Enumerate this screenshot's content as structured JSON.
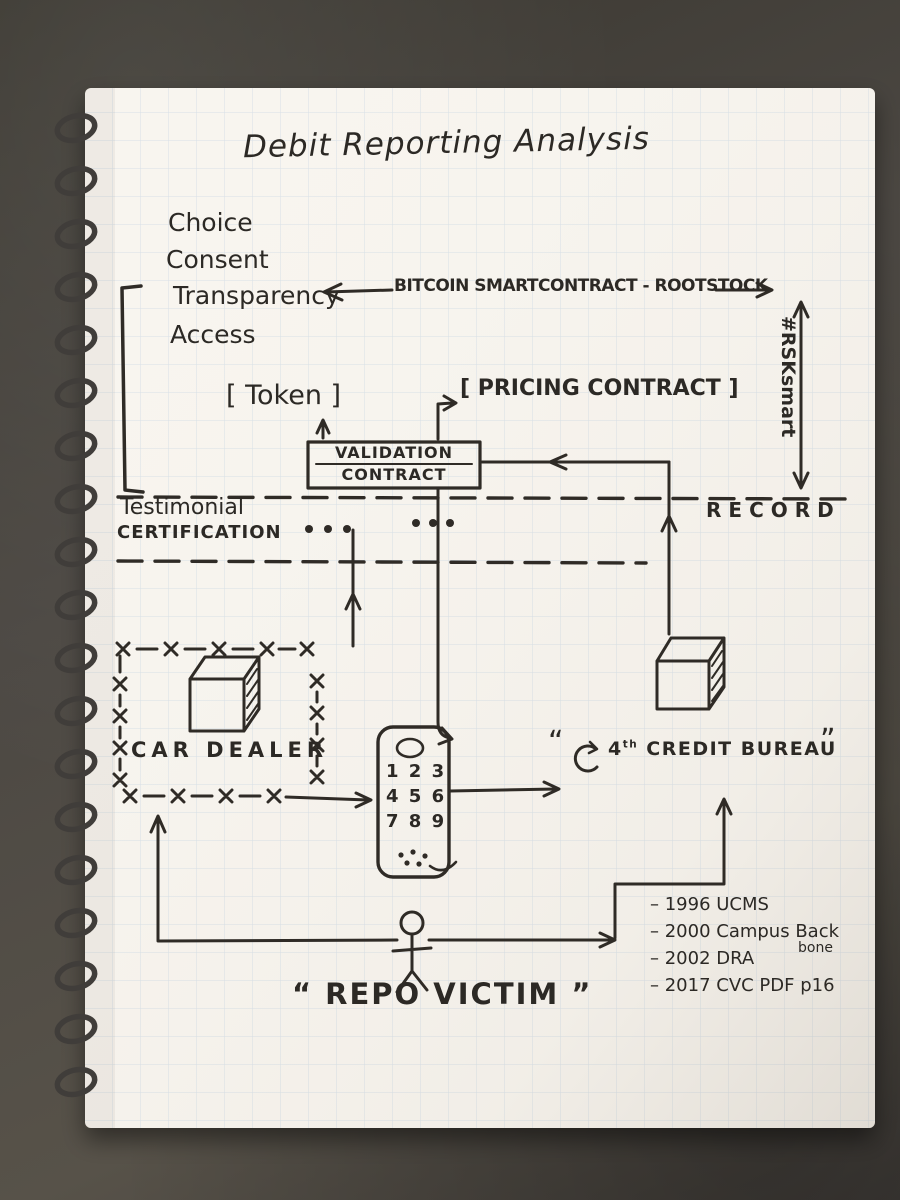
{
  "notebook": {
    "title": "Debit Reporting Analysis",
    "principles": {
      "items": [
        "Choice",
        "Consent",
        "Transparency",
        "Access"
      ]
    },
    "bitcoin_label": "BITCOIN SMARTCONTRACT - ROOTSTOCK",
    "rsk_tag": "#RSKsmart",
    "token_label": "[ Token ]",
    "pricing_label": "[ PRICING CONTRACT ]",
    "validation": {
      "line1": "VALIDATION",
      "line2": "CONTRACT"
    },
    "testimonial": {
      "line1": "Testimonial",
      "line2": "CERTIFICATION"
    },
    "record_label": "RECORD",
    "car_dealer_label": "CAR DEALER",
    "phone": {
      "row1": "1 2 3",
      "row2": "4 5 6",
      "row3": "7 8 9"
    },
    "credit_bureau": {
      "quote_open": "“",
      "num": "4",
      "sup": "th",
      "rest": "CREDIT BUREAU",
      "quote_close": "”"
    },
    "repo_victim_label": "“ REPO VICTIM ”",
    "history": {
      "items": [
        "–  1996 UCMS",
        "–  2000 Campus Back",
        "–  2002 DRA",
        "–  2017 CVC PDF p16"
      ],
      "note": "bone"
    }
  }
}
